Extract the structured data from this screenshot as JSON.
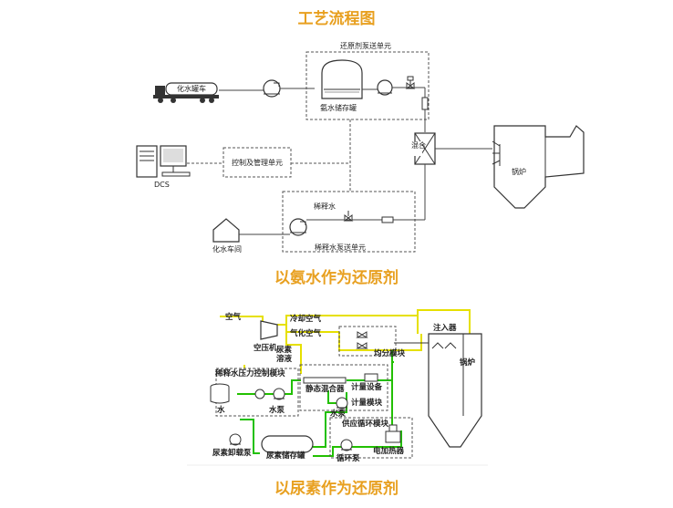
{
  "titles": {
    "main": "工艺流程图",
    "ammonia": "以氨水作为还原剂",
    "urea": "以尿素作为还原剂"
  },
  "ammonia_diagram": {
    "truck": "化水罐车",
    "pump_unit": "还原剂泵送单元",
    "tank": "氨水储存罐",
    "dcs": "DCS",
    "control_unit": "控制及管理单元",
    "mixer": "混合",
    "boiler": "锅炉",
    "dilution_water": "稀释水",
    "dilution_unit": "稀释水泵送单元",
    "water_house": "化水车间"
  },
  "urea_diagram": {
    "air": "空气",
    "compressor": "空压机",
    "cooling_air": "冷却空气",
    "vaporize_air": "气化空气",
    "urea_solution_1": "尿素",
    "urea_solution_2": "溶液",
    "distribution_module": "均分模块",
    "injector": "注入器",
    "boiler": "锅炉",
    "dilution_control": "稀释水压力控制模块",
    "static_mixer": "静态混合器",
    "metering_device": "计量设备",
    "metering_module": "计量模块",
    "water": "水",
    "water_pump_1": "水泵",
    "water_pump_2": "水泵",
    "supply_module": "供应循环模块",
    "unload_pump": "尿素卸载泵",
    "urea_tank": "尿素储存罐",
    "circ_pump": "循环泵",
    "heater": "电加热器"
  },
  "colors": {
    "title": "#e8a020",
    "air_line": "#e6e000",
    "liquid_line": "#22c000",
    "equipment": "#444444"
  }
}
